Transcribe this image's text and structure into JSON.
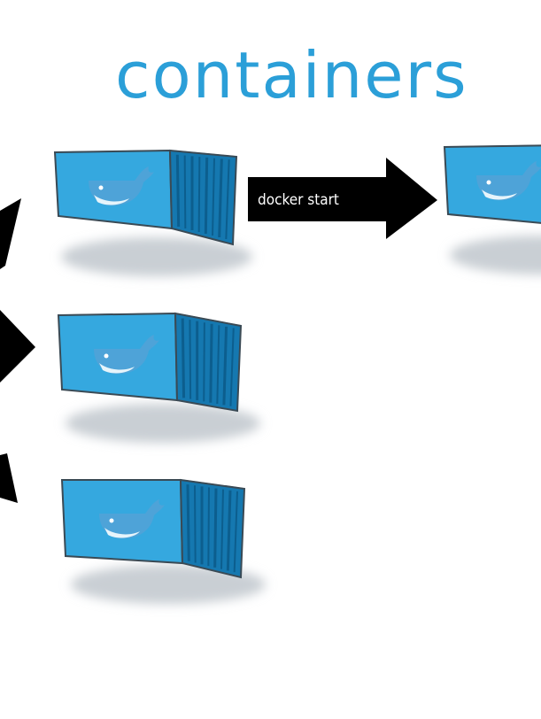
{
  "diagram": {
    "title": "containers",
    "arrow_label": "docker start",
    "colors": {
      "title": "#2b9fd8",
      "container_face": "#35a8df",
      "container_top": "#5fc2ee",
      "container_end": "#1578b0",
      "container_ribs": "#0c5e8e",
      "container_outline": "#3a4a55",
      "whale": "#4ea3d8",
      "whale_belly": "#e6f4fb",
      "arrow": "#000000",
      "shadow": "#c9cfd4"
    },
    "containers": [
      {
        "id": "container-1",
        "has_whale": true
      },
      {
        "id": "container-2",
        "has_whale": true
      },
      {
        "id": "container-3",
        "has_whale": true
      },
      {
        "id": "container-started",
        "has_whale": true
      }
    ]
  }
}
